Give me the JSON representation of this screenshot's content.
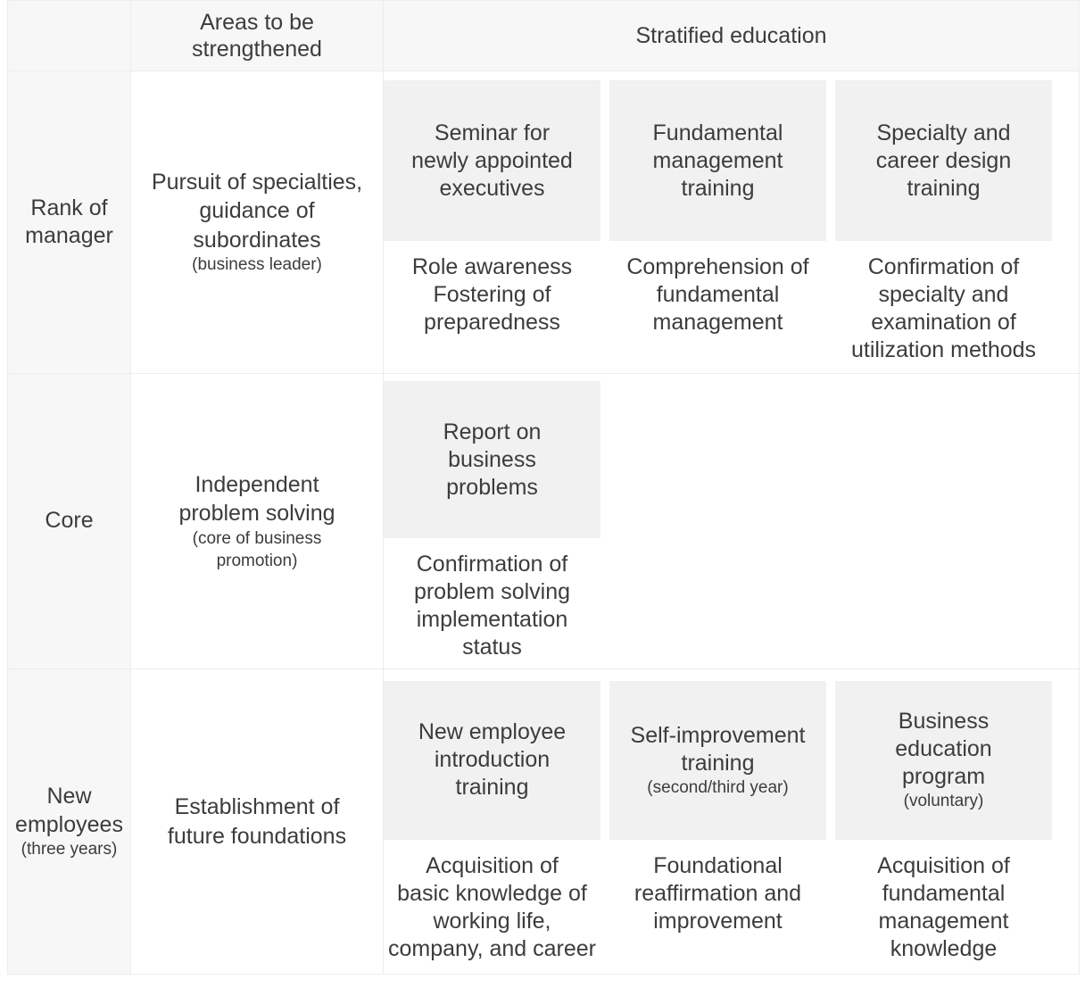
{
  "header": {
    "blank": "",
    "areas_label": "Areas to be\nstrengthened",
    "areas_label_line1": "Areas to be",
    "areas_label_line2": "strengthened",
    "stratified_label": "Stratified education"
  },
  "rows": [
    {
      "rank": {
        "main_line1": "Rank of",
        "main_line2": "manager",
        "sub": ""
      },
      "area": {
        "main_line1": "Pursuit of specialties,",
        "main_line2": "guidance of",
        "main_line3": "subordinates",
        "sub": "(business leader)"
      },
      "cards": [
        {
          "title_line1": "Seminar for",
          "title_line2": "newly appointed",
          "title_line3": "executives",
          "title_sub": "",
          "desc_line1": "Role awareness",
          "desc_line2": "Fostering of",
          "desc_line3": "preparedness",
          "desc_line4": ""
        },
        {
          "title_line1": "Fundamental",
          "title_line2": "management",
          "title_line3": "training",
          "title_sub": "",
          "desc_line1": "Comprehension of",
          "desc_line2": "fundamental",
          "desc_line3": "management",
          "desc_line4": ""
        },
        {
          "title_line1": "Specialty and",
          "title_line2": "career design",
          "title_line3": "training",
          "title_sub": "",
          "desc_line1": "Confirmation of",
          "desc_line2": "specialty and",
          "desc_line3": "examination of",
          "desc_line4": "utilization methods"
        }
      ]
    },
    {
      "rank": {
        "main_line1": "Core",
        "main_line2": "",
        "sub": ""
      },
      "area": {
        "main_line1": "Independent",
        "main_line2": "problem solving",
        "main_line3": "",
        "sub": "(core of business\npromotion)",
        "sub_line1": "(core of business",
        "sub_line2": "promotion)"
      },
      "cards": [
        {
          "title_line1": "Report on",
          "title_line2": "business",
          "title_line3": "problems",
          "title_sub": "",
          "desc_line1": "Confirmation of",
          "desc_line2": "problem solving",
          "desc_line3": "implementation",
          "desc_line4": "status"
        }
      ]
    },
    {
      "rank": {
        "main_line1": "New",
        "main_line2": "employees",
        "sub": "(three years)"
      },
      "area": {
        "main_line1": "Establishment of",
        "main_line2": "future foundations",
        "main_line3": "",
        "sub": ""
      },
      "cards": [
        {
          "title_line1": "New employee",
          "title_line2": "introduction",
          "title_line3": "training",
          "title_sub": "",
          "desc_line1": "Acquisition of",
          "desc_line2": "basic knowledge of",
          "desc_line3": "working life,",
          "desc_line4": "company, and career"
        },
        {
          "title_line1": "Self-improvement",
          "title_line2": "training",
          "title_line3": "",
          "title_sub": "(second/third year)",
          "desc_line1": "Foundational",
          "desc_line2": "reaffirmation and",
          "desc_line3": "improvement",
          "desc_line4": ""
        },
        {
          "title_line1": "Business",
          "title_line2": "education",
          "title_line3": "program",
          "title_sub": "(voluntary)",
          "desc_line1": "Acquisition of",
          "desc_line2": "fundamental",
          "desc_line3": "management",
          "desc_line4": "knowledge"
        }
      ]
    }
  ],
  "colors": {
    "page_background": "#ffffff",
    "header_background": "#f7f7f7",
    "card_background": "#f1f1f1",
    "border": "#ededed",
    "text": "#3c3c3c"
  }
}
